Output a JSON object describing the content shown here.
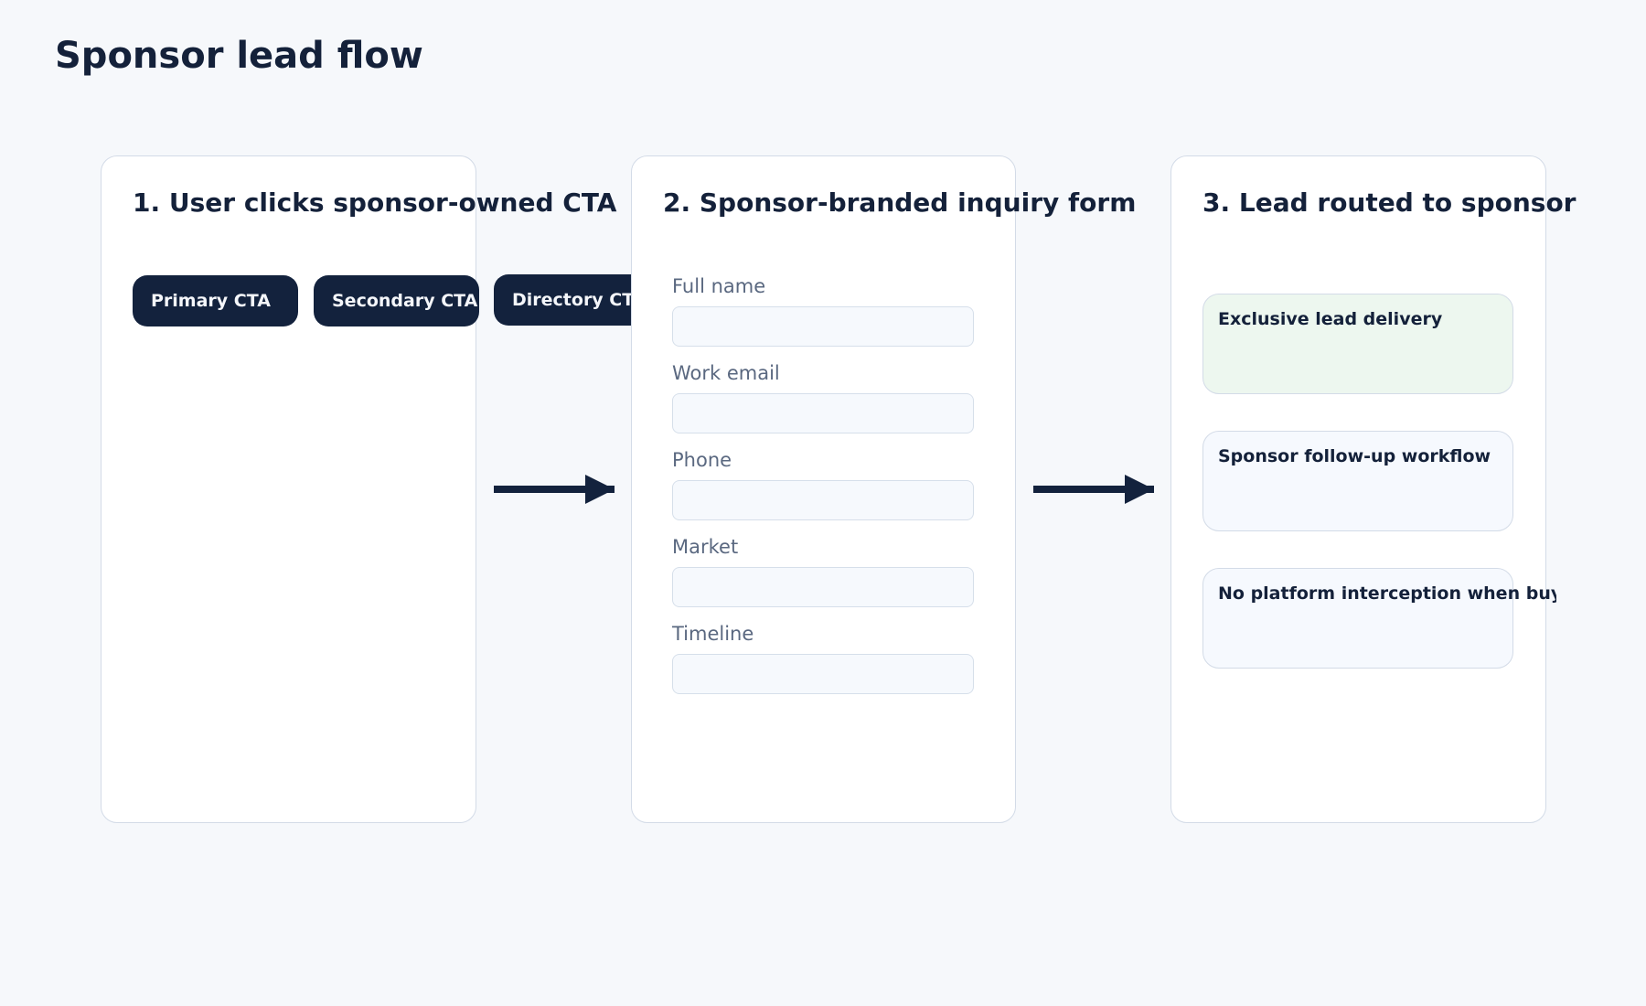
{
  "title": "Sponsor lead flow",
  "colors": {
    "background": "#f6f8fb",
    "ink": "#14213a",
    "button": "#13223d",
    "highlight_card": "#edf7ef",
    "border": "#d3dbe7"
  },
  "steps": [
    {
      "title": "1. User clicks sponsor-owned CTA",
      "ctas": [
        {
          "label": "Primary CTA"
        },
        {
          "label": "Secondary CTA"
        },
        {
          "label": "Directory CTA"
        }
      ]
    },
    {
      "title": "2. Sponsor-branded inquiry form",
      "fields": [
        {
          "label": "Full name",
          "value": ""
        },
        {
          "label": "Work email",
          "value": ""
        },
        {
          "label": "Phone",
          "value": ""
        },
        {
          "label": "Market",
          "value": ""
        },
        {
          "label": "Timeline",
          "value": ""
        }
      ]
    },
    {
      "title": "3. Lead routed to sponsor",
      "cards": [
        {
          "label": "Exclusive lead delivery"
        },
        {
          "label": "Sponsor follow-up workflow"
        },
        {
          "label": "No platform interception when buyout is"
        }
      ]
    }
  ],
  "connectors": [
    {
      "icon": "arrow-right-icon"
    },
    {
      "icon": "arrow-right-icon"
    }
  ]
}
